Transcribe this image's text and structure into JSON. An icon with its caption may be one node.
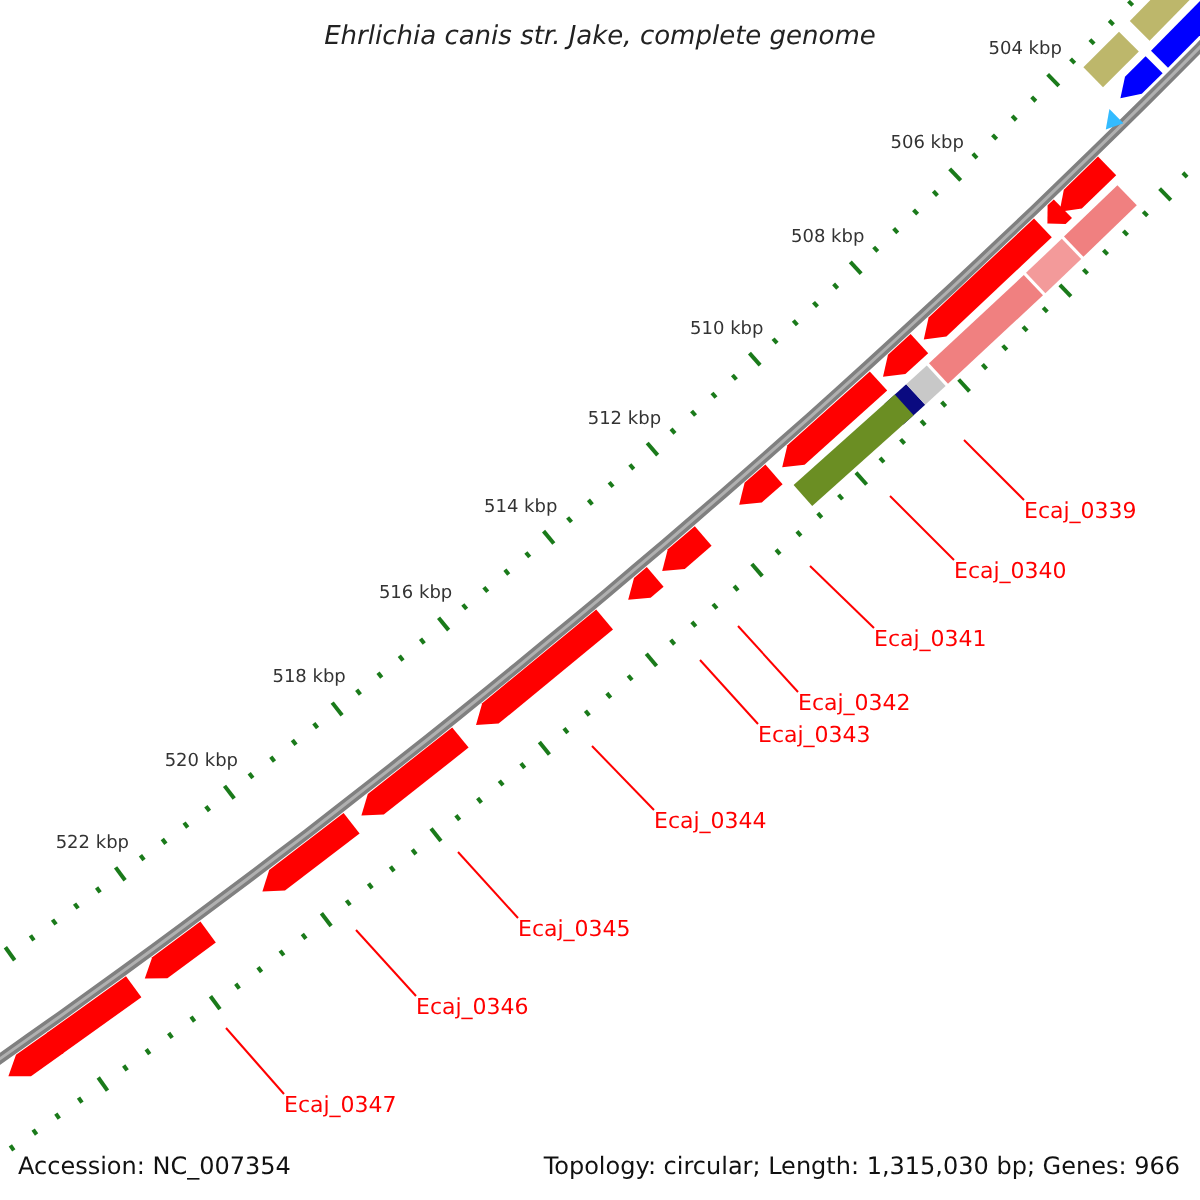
{
  "diagram": {
    "title": "Ehrlichia canis str. Jake, complete genome",
    "nodes": [
      {
        "text": [
          "Ecaj_0339"
        ]
      },
      {
        "text": [
          "Ecaj_0340"
        ]
      },
      {
        "text": [
          "Ecaj_0341"
        ]
      },
      {
        "text": [
          "Ecaj_0342"
        ]
      },
      {
        "text": [
          "Ecaj_0343"
        ]
      },
      {
        "text": [
          "Ecaj_0344"
        ]
      },
      {
        "text": [
          "Ecaj_0345"
        ]
      },
      {
        "text": [
          "Ecaj_0346"
        ]
      },
      {
        "text": [
          "Ecaj_0347"
        ]
      }
    ],
    "edges": [
      {
        "from": 0,
        "to": null,
        "arrow": "none"
      },
      {
        "from": 1,
        "to": null,
        "arrow": "none"
      },
      {
        "from": 2,
        "to": null,
        "arrow": "none"
      },
      {
        "from": 3,
        "to": null,
        "arrow": "none"
      },
      {
        "from": 4,
        "to": null,
        "arrow": "none"
      },
      {
        "from": 5,
        "to": null,
        "arrow": "none"
      },
      {
        "from": 6,
        "to": null,
        "arrow": "none"
      },
      {
        "from": 7,
        "to": null,
        "arrow": "none"
      },
      {
        "from": 8,
        "to": null,
        "arrow": "none"
      }
    ],
    "labels": [
      "504 kbp",
      "506 kbp",
      "508 kbp",
      "510 kbp",
      "512 kbp",
      "514 kbp",
      "516 kbp",
      "518 kbp",
      "520 kbp",
      "522 kbp",
      "Accession: NC_007354",
      "Topology: circular; Length: 1,315,030 bp; Genes: 966"
    ]
  }
}
